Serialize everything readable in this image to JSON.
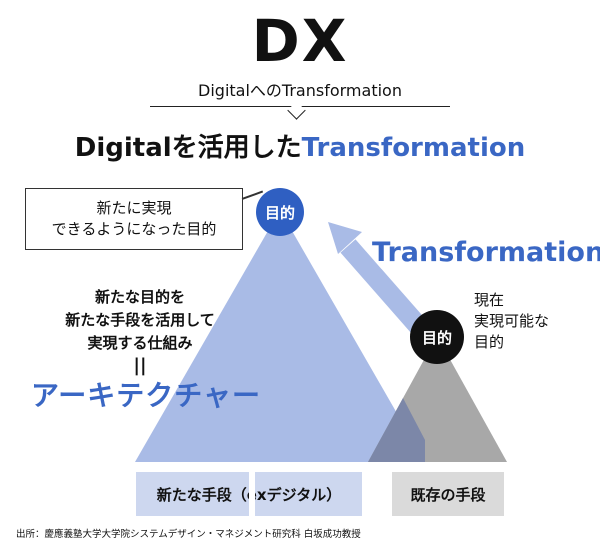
{
  "title": "DX",
  "subtitle": "DigitalへのTransformation",
  "headline": {
    "part1": "Digitalを活用した",
    "part2": "Transformation"
  },
  "callout": {
    "line1": "新たに実現",
    "line2": "できるようになった目的"
  },
  "goal_label": "目的",
  "current_goal_label": "目的",
  "transform_label": "Transformation",
  "current_goal_text": {
    "line1": "現在",
    "line2": "実現可能な",
    "line3": "目的"
  },
  "architecture": {
    "line1": "新たな目的を",
    "line2": "新たな手段を活用して",
    "line3": "実現する仕組み",
    "equal": "||",
    "word": "アーキテクチャー"
  },
  "base": {
    "new_means": "新たな手段（exデジタル）",
    "existing_means": "既存の手段"
  },
  "source": "出所：慶應義塾大学大学院システムデザイン・マネジメント研究科 白坂成功教授",
  "colors": {
    "accent_blue": "#3a67c4",
    "circle_blue": "#2f5fc2",
    "big_triangle": "#a9bbe6",
    "small_triangle": "#a8a8a8",
    "overlap": "#7c87a8",
    "arrow": "#a9bbe6"
  }
}
